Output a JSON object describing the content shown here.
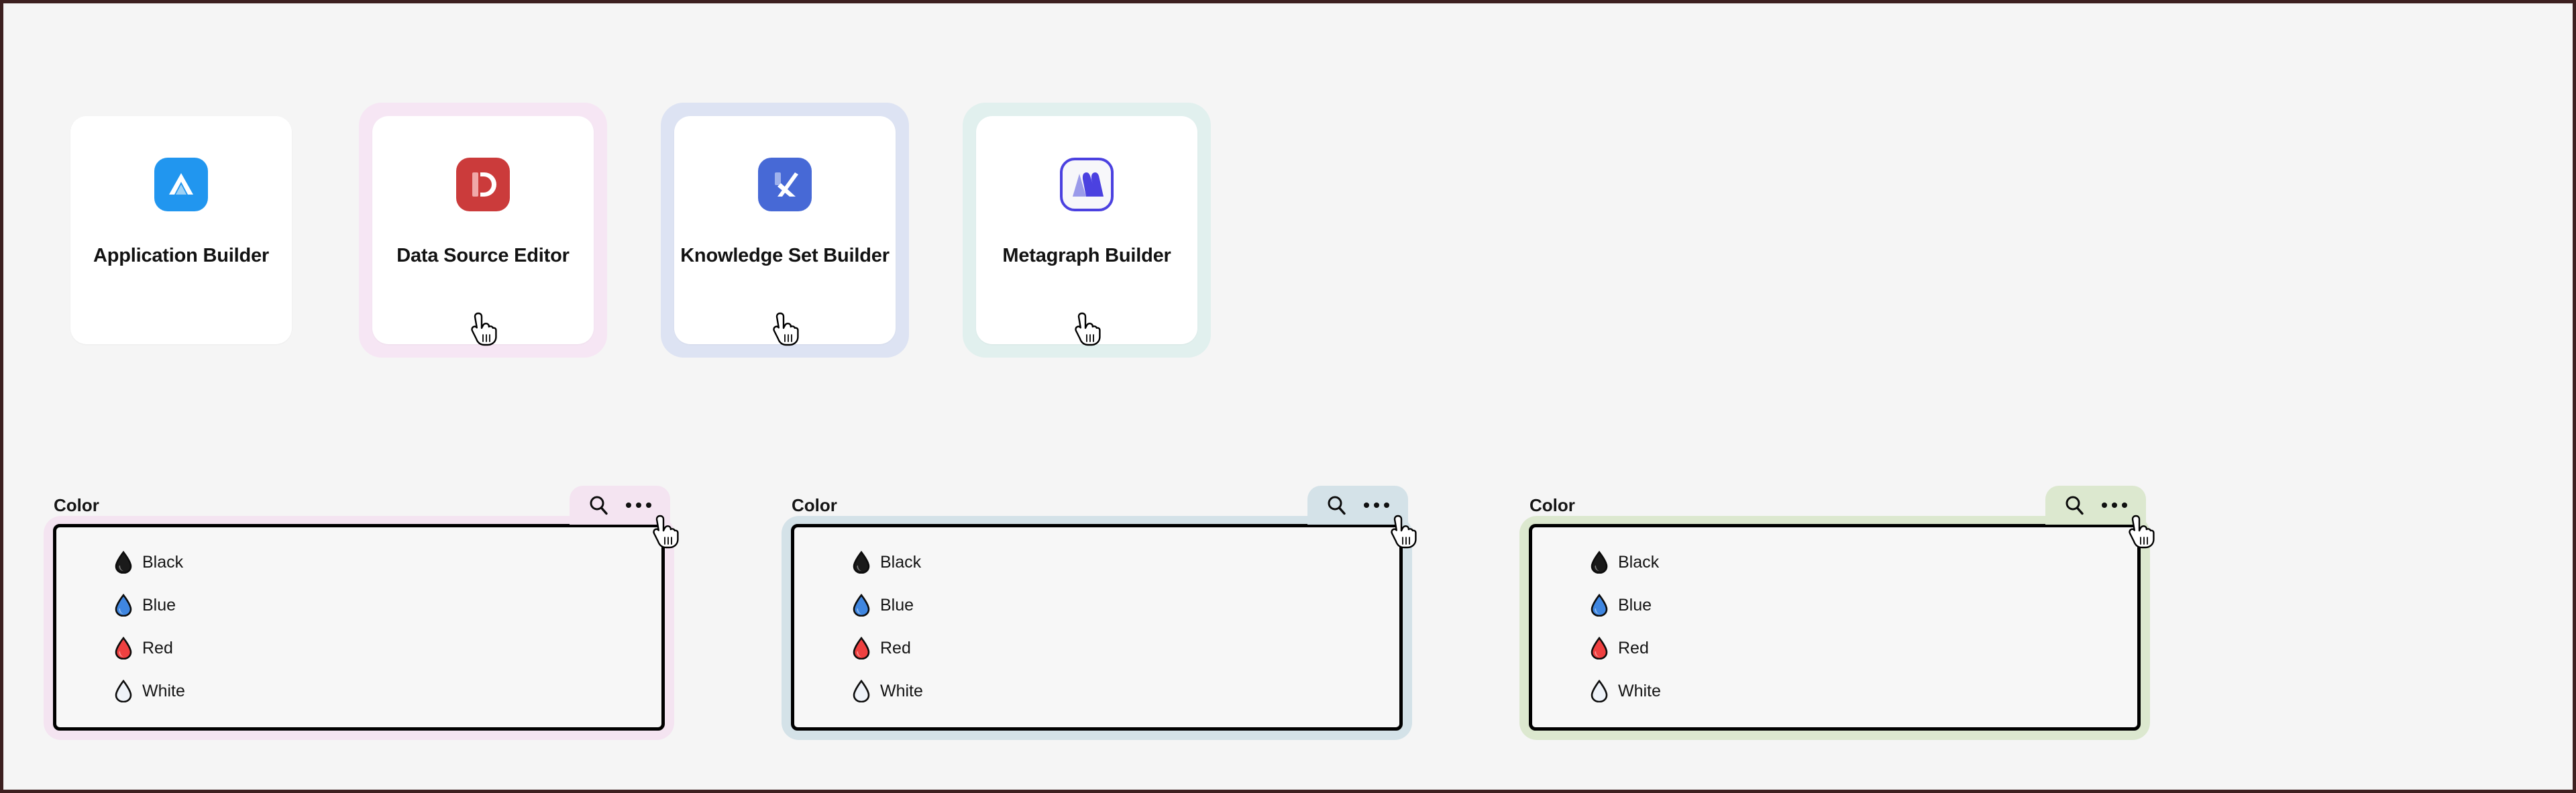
{
  "page": {
    "background_color": "#f5f5f5",
    "frame_border_color": "#3d2020"
  },
  "app_cards": [
    {
      "title": "Application Builder",
      "icon_name": "application-builder-icon",
      "icon_style": "blue",
      "icon_bg": "#2196ef",
      "highlight": "none",
      "highlight_color": "",
      "cursor_visible": false
    },
    {
      "title": "Data Source Editor",
      "icon_name": "data-source-editor-icon",
      "icon_style": "red",
      "icon_bg": "#cb3b3b",
      "highlight": "hl-pink",
      "highlight_color": "#f6e6f4",
      "cursor_visible": true
    },
    {
      "title": "Knowledge Set Builder",
      "icon_name": "knowledge-set-builder-icon",
      "icon_style": "indigo",
      "icon_bg": "#4769d6",
      "highlight": "hl-blue",
      "highlight_color": "#dde3f3",
      "cursor_visible": true
    },
    {
      "title": "Metagraph Builder",
      "icon_name": "metagraph-builder-icon",
      "icon_style": "white-outline",
      "icon_bg": "#f7f7fa",
      "highlight": "hl-mint",
      "highlight_color": "#e1f0ee",
      "cursor_visible": true
    }
  ],
  "color_panels": [
    {
      "label": "Color",
      "highlight": "hl-pink",
      "highlight_color": "#f4e4f1",
      "body_highlight": "hl-pink",
      "search_icon": "search-icon",
      "more_icon": "ellipsis-icon",
      "cursor_visible": true,
      "items": [
        {
          "label": "Black",
          "icon": "droplet-icon",
          "swatch": "#1a1a1a"
        },
        {
          "label": "Blue",
          "icon": "droplet-icon",
          "swatch": "#3f86e0"
        },
        {
          "label": "Red",
          "icon": "droplet-icon",
          "swatch": "#ef4040"
        },
        {
          "label": "White",
          "icon": "droplet-icon",
          "swatch": "#eef2f8"
        }
      ]
    },
    {
      "label": "Color",
      "highlight": "hl-blue",
      "highlight_color": "#d4e2e8",
      "body_highlight": "hl-blue",
      "search_icon": "search-icon",
      "more_icon": "ellipsis-icon",
      "cursor_visible": true,
      "items": [
        {
          "label": "Black",
          "icon": "droplet-icon",
          "swatch": "#1a1a1a"
        },
        {
          "label": "Blue",
          "icon": "droplet-icon",
          "swatch": "#3f86e0"
        },
        {
          "label": "Red",
          "icon": "droplet-icon",
          "swatch": "#ef4040"
        },
        {
          "label": "White",
          "icon": "droplet-icon",
          "swatch": "#eef2f8"
        }
      ]
    },
    {
      "label": "Color",
      "highlight": "hl-mint",
      "highlight_color": "#dce8cf",
      "body_highlight": "hl-mint",
      "search_icon": "search-icon",
      "more_icon": "ellipsis-icon",
      "cursor_visible": true,
      "items": [
        {
          "label": "Black",
          "icon": "droplet-icon",
          "swatch": "#1a1a1a"
        },
        {
          "label": "Blue",
          "icon": "droplet-icon",
          "swatch": "#3f86e0"
        },
        {
          "label": "Red",
          "icon": "droplet-icon",
          "swatch": "#ef4040"
        },
        {
          "label": "White",
          "icon": "droplet-icon",
          "swatch": "#eef2f8"
        }
      ]
    }
  ]
}
